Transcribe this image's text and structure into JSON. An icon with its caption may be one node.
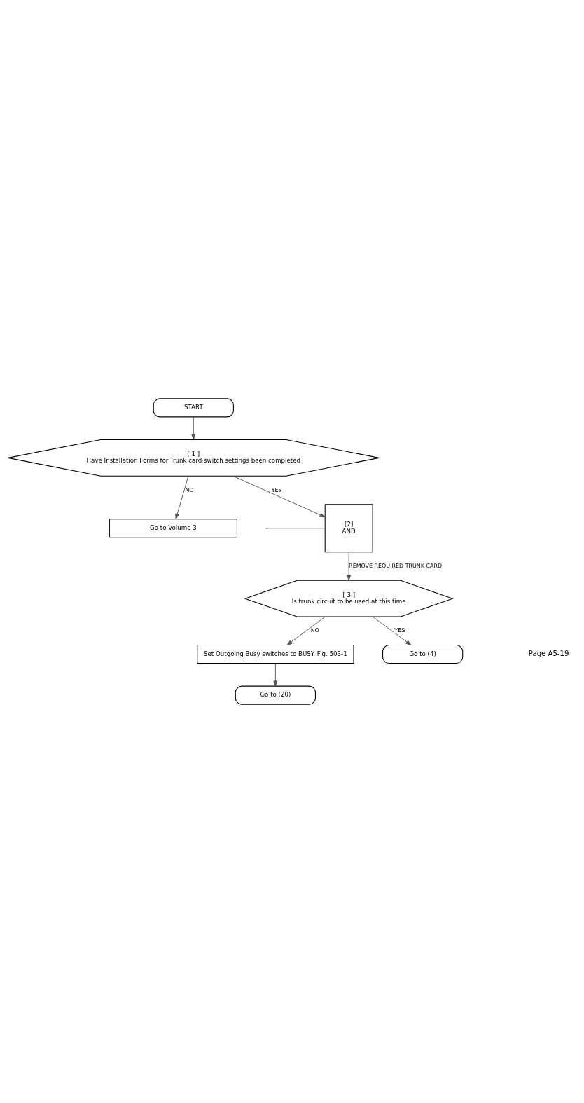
{
  "diagram": {
    "nodes": [
      {
        "text": [
          "START"
        ]
      },
      {
        "text": [
          "[ 1 ]",
          "Have Installation Forms for Trunk card switch settings been completed"
        ]
      },
      {
        "text": [
          "Go to Volume 3"
        ]
      },
      {
        "text": [
          "[2]",
          "AND"
        ]
      },
      {
        "text": [
          "[ 3 ]",
          "Is trunk circuit to be used at this time"
        ]
      },
      {
        "text": [
          "Set Outgoing Busy switches to BUSY. Fig. 503-1"
        ]
      },
      {
        "text": [
          "Go to (20)"
        ]
      },
      {
        "text": [
          "Go to (4)"
        ]
      }
    ],
    "edges": [
      {
        "from": 0,
        "to": 1,
        "arrow": "to"
      },
      {
        "from": 1,
        "to": 2,
        "label": "NO",
        "arrow": "to"
      },
      {
        "from": 1,
        "to": 3,
        "label": "YES",
        "arrow": "to"
      },
      {
        "from": null,
        "to": 3,
        "arrow": "none"
      },
      {
        "from": 3,
        "to": 4,
        "label": "REMOVE REQUIRED TRUNK CARD",
        "arrow": "to"
      },
      {
        "from": 4,
        "to": 5,
        "label": "NO",
        "arrow": "to"
      },
      {
        "from": 5,
        "to": 6,
        "arrow": "to"
      },
      {
        "from": 4,
        "to": 7,
        "label": "YES",
        "arrow": "to"
      }
    ],
    "labels": [
      "Page A5-19"
    ]
  }
}
